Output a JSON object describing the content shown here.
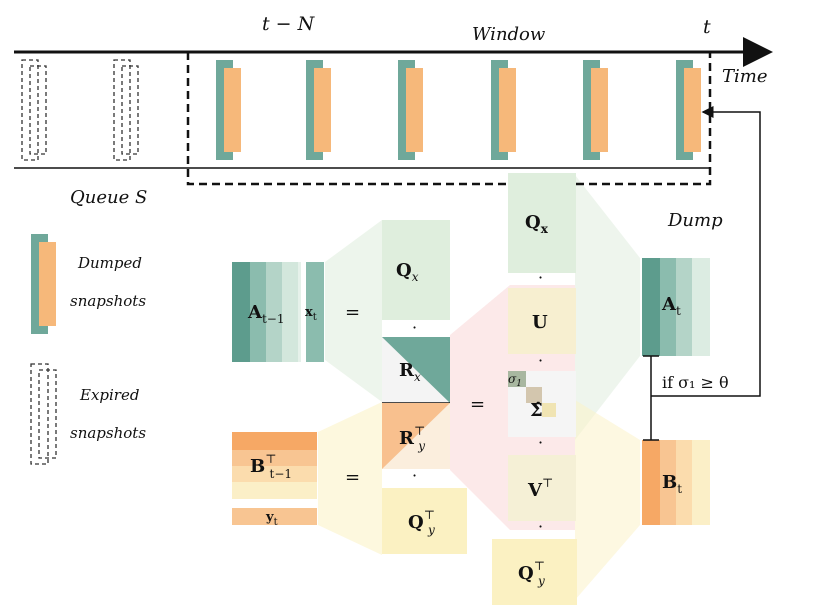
{
  "timeline": {
    "t_minus_n": "t − N",
    "window": "Window",
    "t": "t",
    "time": "Time"
  },
  "queue": {
    "label": "Queue S"
  },
  "legend": {
    "dumped_line1": "Dumped",
    "dumped_line2": "snapshots",
    "expired_line1": "Expired",
    "expired_line2": "snapshots"
  },
  "dump": {
    "label": "Dump",
    "condition": "if σ₁ ≥ θ"
  },
  "math": {
    "A_prev": "A",
    "A_prev_sub": "t−1",
    "x_t": "x",
    "x_t_sub": "t",
    "B_prev": "B",
    "B_prev_sup": "⊤",
    "B_prev_sub": "t−1",
    "y_t": "y",
    "y_t_sub": "t",
    "equals": "=",
    "Qx_small": "Q",
    "Qx_small_sub": "x",
    "Rx": "R",
    "Rx_sub": "x",
    "Ry": "R",
    "Ry_sup": "⊤",
    "Ry_sub": "y",
    "Qy_small": "Q",
    "Qy_small_sup": "⊤",
    "Qy_small_sub": "y",
    "Qx_big": "Q",
    "Qx_big_sub": "x",
    "U": "U",
    "sigma1": "σ",
    "sigma1_sub": "1",
    "Sigma": "Σ̂",
    "V": "V",
    "V_sup": "⊤",
    "Qy_big": "Q",
    "Qy_big_sup": "⊤",
    "Qy_big_sub": "y",
    "A_t": "A",
    "A_t_sub": "t",
    "B_t": "B",
    "B_t_sub": "t",
    "dot": "·"
  },
  "colors": {
    "teal": "#6fa89a",
    "orange": "#f6b87a",
    "lightgreen": "#e7f1e6",
    "lightorange": "#fde8d2",
    "lightyellow": "#fbf3c8",
    "pink": "#fbe3e3"
  }
}
